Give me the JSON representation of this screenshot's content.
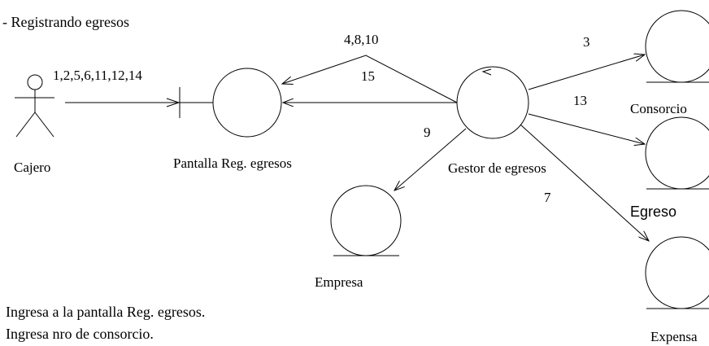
{
  "title": "- Registrando egresos",
  "actor": {
    "name": "Cajero"
  },
  "boundary": {
    "name": "Pantalla Reg. egresos"
  },
  "control": {
    "name": "Gestor de egresos"
  },
  "entities": {
    "consorcio": "Consorcio",
    "egreso": "Egreso",
    "expensa": "Expensa",
    "empresa": "Empresa"
  },
  "messages": {
    "actor_to_boundary": "1,2,5,6,11,12,14",
    "control_to_boundary_upper": "4,8,10",
    "control_to_boundary_lower": "15",
    "to_consorcio": "3",
    "to_egreso": "13",
    "to_empresa": "9",
    "to_expensa": "7"
  },
  "steps": [
    "Ingresa a la pantalla Reg. egresos.",
    "Ingresa nro de consorcio."
  ]
}
